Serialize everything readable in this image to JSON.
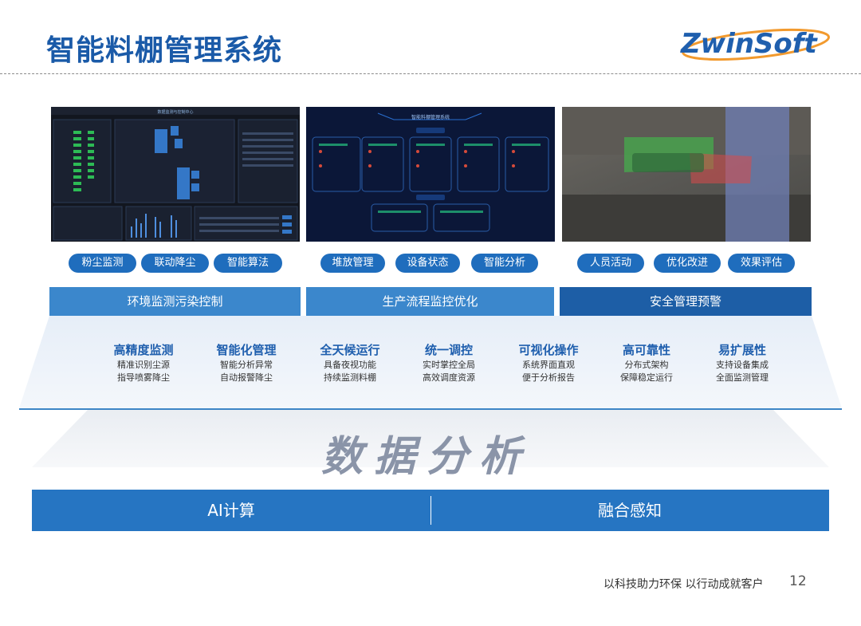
{
  "header": {
    "title": "智能料棚管理系统",
    "logo_text": "ZwinSoft"
  },
  "screens": [
    {
      "title": "数据监测与控制中心",
      "tags": [
        "粉尘监测",
        "联动降尘",
        "智能算法"
      ],
      "band": "环境监测污染控制"
    },
    {
      "title": "智能料棚管理系统",
      "tags": [
        "堆放管理",
        "设备状态",
        "智能分析"
      ],
      "band": "生产流程监控优化"
    },
    {
      "title": "",
      "tags": [
        "人员活动",
        "优化改进",
        "效果评估"
      ],
      "band": "安全管理预警"
    }
  ],
  "features": [
    {
      "title": "高精度监测",
      "lines": [
        "精准识别尘源",
        "指导喷雾降尘"
      ]
    },
    {
      "title": "智能化管理",
      "lines": [
        "智能分析异常",
        "自动报警降尘"
      ]
    },
    {
      "title": "全天候运行",
      "lines": [
        "具备夜视功能",
        "持续监测料棚"
      ]
    },
    {
      "title": "统一调控",
      "lines": [
        "实时掌控全局",
        "高效调度资源"
      ]
    },
    {
      "title": "可视化操作",
      "lines": [
        "系统界面直观",
        "便于分析报告"
      ]
    },
    {
      "title": "高可靠性",
      "lines": [
        "分布式架构",
        "保障稳定运行"
      ]
    },
    {
      "title": "易扩展性",
      "lines": [
        "支持设备集成",
        "全面监测管理"
      ]
    }
  ],
  "analysis_title": "数据分析",
  "bottom": {
    "left": "AI计算",
    "right": "融合感知"
  },
  "footer": {
    "slogan": "以科技助力环保  以行动成就客户",
    "page": "12"
  },
  "colors": {
    "title": "#1a5aa8",
    "accent": "#2675c2",
    "band_light": "#3b87cc",
    "band_dark": "#1d5ea6"
  }
}
